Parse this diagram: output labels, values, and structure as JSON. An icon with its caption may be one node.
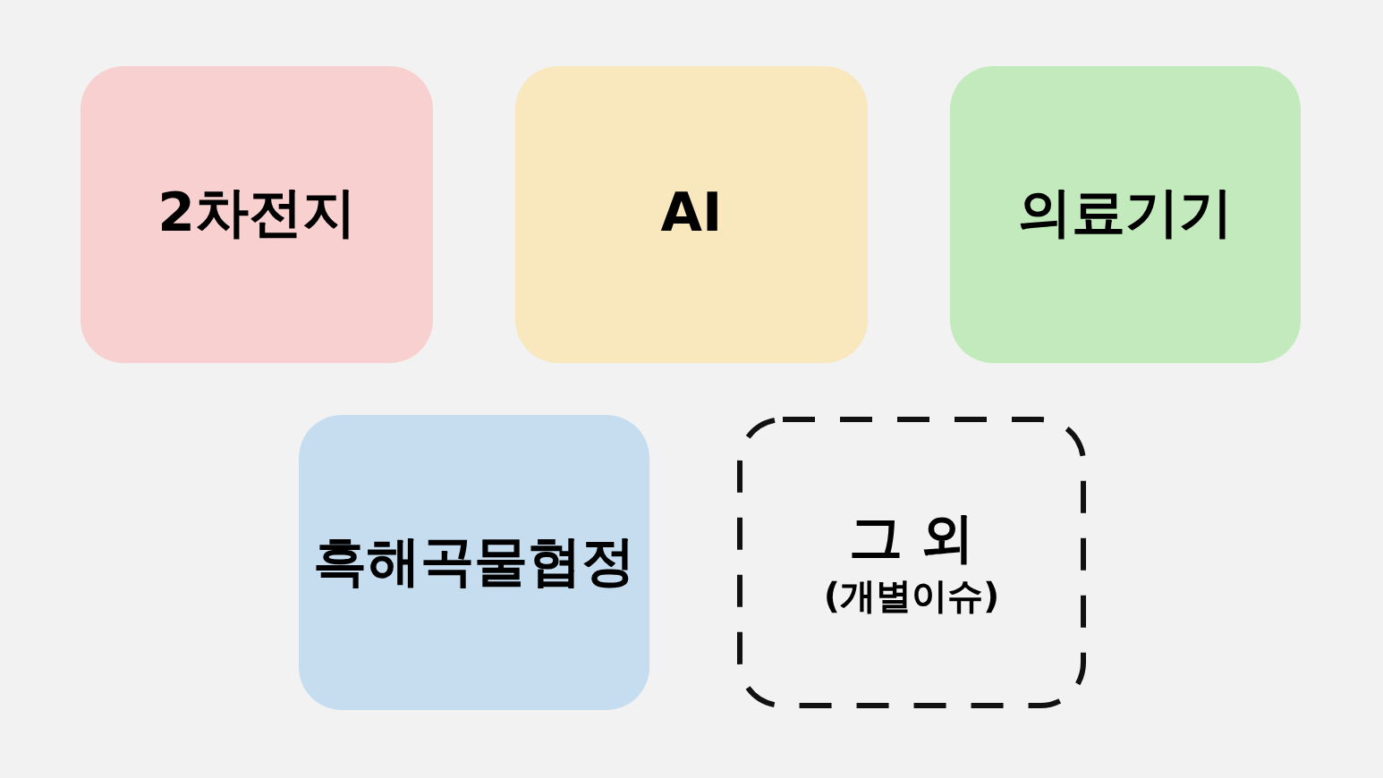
{
  "diagram": {
    "nodes": [
      {
        "text": [
          "2차전지"
        ]
      },
      {
        "text": [
          "AI"
        ]
      },
      {
        "text": [
          "의료기기"
        ]
      },
      {
        "text": [
          "흑해곡물협정"
        ]
      },
      {
        "text": [
          "그 외",
          "(개별이슈)"
        ]
      }
    ]
  }
}
